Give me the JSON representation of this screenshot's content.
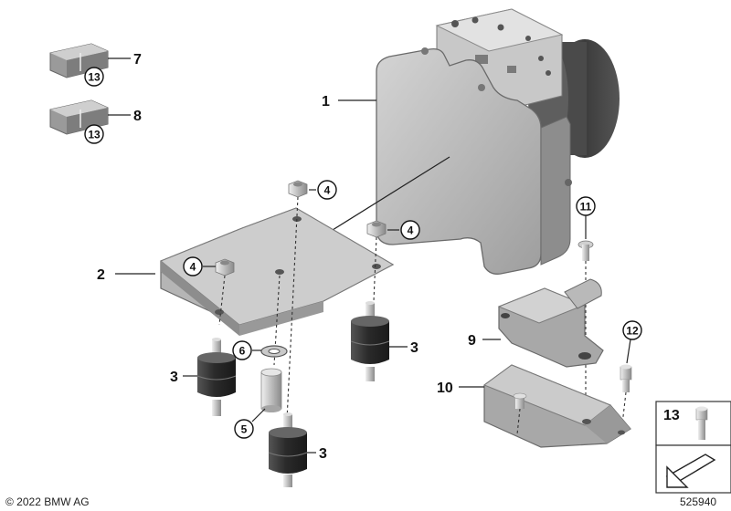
{
  "diagram": {
    "part_labels": {
      "p1": "1",
      "p2": "2",
      "p3a": "3",
      "p3b": "3",
      "p3c": "3",
      "p7": "7",
      "p8": "8",
      "p9": "9",
      "p10": "10",
      "p13_legend": "13"
    },
    "circled_labels": {
      "c13a": "13",
      "c13b": "13",
      "c4a": "4",
      "c4b": "4",
      "c4c": "4",
      "c6": "6",
      "c5": "5",
      "c11": "11",
      "c12": "12"
    },
    "footer": {
      "copyright": "© 2022 BMW AG",
      "diagram_number": "525940"
    }
  }
}
